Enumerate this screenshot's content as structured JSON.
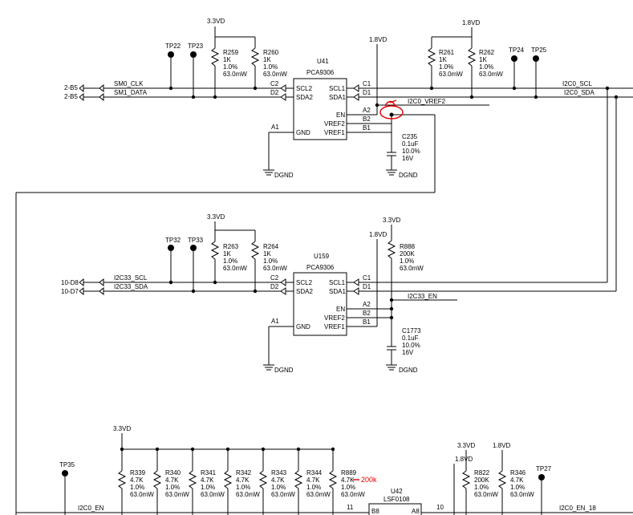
{
  "rails": {
    "v33": "3.3VD",
    "v18": "1.8VD",
    "gnd": "DGND"
  },
  "chip1": {
    "ref": "U41",
    "part": "PCA9306",
    "left_pins": [
      "SCL2",
      "SDA2",
      "GND"
    ],
    "right_pins": [
      "SCL1",
      "SDA1",
      "EN",
      "VREF2",
      "VREF1"
    ],
    "left_nums": [
      "C2",
      "D2",
      "A1"
    ],
    "right_nums": [
      "C1",
      "D1",
      "A2",
      "B2",
      "B1"
    ]
  },
  "chip2": {
    "ref": "U159",
    "part": "PCA9306",
    "left_pins": [
      "SCL2",
      "SDA2",
      "GND"
    ],
    "right_pins": [
      "SCL1",
      "SDA1",
      "EN",
      "VREF2",
      "VREF1"
    ],
    "left_nums": [
      "C2",
      "D2",
      "A1"
    ],
    "right_nums": [
      "C1",
      "D1",
      "A2",
      "B2",
      "B1"
    ]
  },
  "chip3": {
    "ref": "U42",
    "part": "LSF0108",
    "pin_left": "B8",
    "pin_right": "A8",
    "num_left": "11",
    "num_right": "10"
  },
  "resistors": [
    {
      "ref": "R259",
      "val": "1K",
      "tol": "1.0%",
      "pwr": "63.0mW"
    },
    {
      "ref": "R260",
      "val": "1K",
      "tol": "1.0%",
      "pwr": "63.0mW"
    },
    {
      "ref": "R261",
      "val": "1K",
      "tol": "1.0%",
      "pwr": "63.0mW"
    },
    {
      "ref": "R262",
      "val": "1K",
      "tol": "1.0%",
      "pwr": "63.0mW"
    },
    {
      "ref": "R263",
      "val": "1K",
      "tol": "1.0%",
      "pwr": "63.0mW"
    },
    {
      "ref": "R264",
      "val": "1K",
      "tol": "1.0%",
      "pwr": "63.0mW"
    },
    {
      "ref": "R888",
      "val": "200K",
      "tol": "1.0%",
      "pwr": "63.0mW"
    },
    {
      "ref": "R339",
      "val": "4.7K",
      "tol": "1.0%",
      "pwr": "63.0mW"
    },
    {
      "ref": "R340",
      "val": "4.7K",
      "tol": "1.0%",
      "pwr": "63.0mW"
    },
    {
      "ref": "R341",
      "val": "4.7K",
      "tol": "1.0%",
      "pwr": "63.0mW"
    },
    {
      "ref": "R342",
      "val": "4.7K",
      "tol": "1.0%",
      "pwr": "63.0mW"
    },
    {
      "ref": "R343",
      "val": "4.7K",
      "tol": "1.0%",
      "pwr": "63.0mW"
    },
    {
      "ref": "R344",
      "val": "4.7K",
      "tol": "1.0%",
      "pwr": "63.0mW"
    },
    {
      "ref": "R889",
      "val": "4.7K",
      "tol": "1.0%",
      "pwr": "63.0mW"
    },
    {
      "ref": "R822",
      "val": "200K",
      "tol": "1.0%",
      "pwr": "63.0mW"
    },
    {
      "ref": "R346",
      "val": "4.7K",
      "tol": "1.0%",
      "pwr": "63.0mW"
    }
  ],
  "capacitors": [
    {
      "ref": "C235",
      "val": "0.1uF",
      "tol": "10.0%",
      "volt": "16V"
    },
    {
      "ref": "C1773",
      "val": "0.1uF",
      "tol": "10.0%",
      "volt": "16V"
    }
  ],
  "testpoints": [
    "TP22",
    "TP23",
    "TP24",
    "TP25",
    "TP32",
    "TP33",
    "TP35",
    "TP27"
  ],
  "nets": {
    "sm0_clk": "SM0_CLK",
    "sm1_data": "SM1_DATA",
    "i2c0_scl": "I2C0_SCL",
    "i2c0_sda": "I2C0_SDA",
    "i2c0_vref2": "I2C0_VREF2",
    "i2c33_scl": "I2C33_SCL",
    "i2c33_sda": "I2C33_SDA",
    "i2c33_en": "I2C33_EN",
    "i2c0_en": "I2C0_EN",
    "i2c0_en_18": "I2C0_EN_18"
  },
  "offpage": {
    "b5a": "2-B5",
    "b5b": "2-B5",
    "d8": "10-D8",
    "d7": "10-D7"
  },
  "annotation": {
    "r889_note": "200k"
  }
}
